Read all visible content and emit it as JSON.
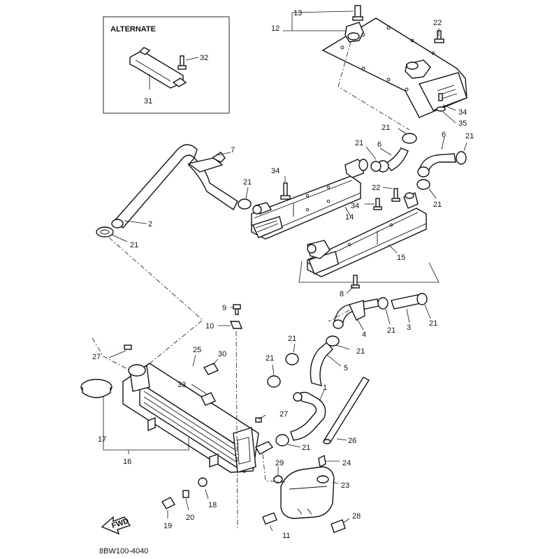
{
  "inset": {
    "title": "ALTERNATE"
  },
  "fwd_arrow_label": "FWD",
  "catalog_code": "8BW100-4040",
  "callouts": [
    {
      "id": "c13",
      "text": "13"
    },
    {
      "id": "c12",
      "text": "12"
    },
    {
      "id": "c22a",
      "text": "22"
    },
    {
      "id": "c32",
      "text": "32"
    },
    {
      "id": "c31",
      "text": "31"
    },
    {
      "id": "c34a",
      "text": "34"
    },
    {
      "id": "c35",
      "text": "35"
    },
    {
      "id": "c21a",
      "text": "21"
    },
    {
      "id": "c6a",
      "text": "6"
    },
    {
      "id": "c21b",
      "text": "21"
    },
    {
      "id": "c7",
      "text": "7"
    },
    {
      "id": "c21c",
      "text": "21"
    },
    {
      "id": "c6b",
      "text": "6"
    },
    {
      "id": "c34b",
      "text": "34"
    },
    {
      "id": "c21d",
      "text": "21"
    },
    {
      "id": "c22b",
      "text": "22"
    },
    {
      "id": "c34c",
      "text": "34"
    },
    {
      "id": "c14",
      "text": "14"
    },
    {
      "id": "c21e",
      "text": "21"
    },
    {
      "id": "c2",
      "text": "2"
    },
    {
      "id": "c21f",
      "text": "21"
    },
    {
      "id": "c15",
      "text": "15"
    },
    {
      "id": "c8",
      "text": "8"
    },
    {
      "id": "c9",
      "text": "9"
    },
    {
      "id": "c10",
      "text": "10"
    },
    {
      "id": "c21g",
      "text": "21"
    },
    {
      "id": "c3",
      "text": "3"
    },
    {
      "id": "c21h",
      "text": "21"
    },
    {
      "id": "c4",
      "text": "4"
    },
    {
      "id": "c21i",
      "text": "21"
    },
    {
      "id": "c27a",
      "text": "27"
    },
    {
      "id": "c25",
      "text": "25"
    },
    {
      "id": "c30",
      "text": "30"
    },
    {
      "id": "c21j",
      "text": "21"
    },
    {
      "id": "c5",
      "text": "5"
    },
    {
      "id": "c21k",
      "text": "21"
    },
    {
      "id": "c33",
      "text": "33"
    },
    {
      "id": "c1",
      "text": "1"
    },
    {
      "id": "c27b",
      "text": "27"
    },
    {
      "id": "c17",
      "text": "17"
    },
    {
      "id": "c26",
      "text": "26"
    },
    {
      "id": "c21l",
      "text": "21"
    },
    {
      "id": "c16",
      "text": "16"
    },
    {
      "id": "c24",
      "text": "24"
    },
    {
      "id": "c29",
      "text": "29"
    },
    {
      "id": "c23",
      "text": "23"
    },
    {
      "id": "c18",
      "text": "18"
    },
    {
      "id": "c19",
      "text": "19"
    },
    {
      "id": "c20",
      "text": "20"
    },
    {
      "id": "c11",
      "text": "11"
    },
    {
      "id": "c28",
      "text": "28"
    }
  ]
}
